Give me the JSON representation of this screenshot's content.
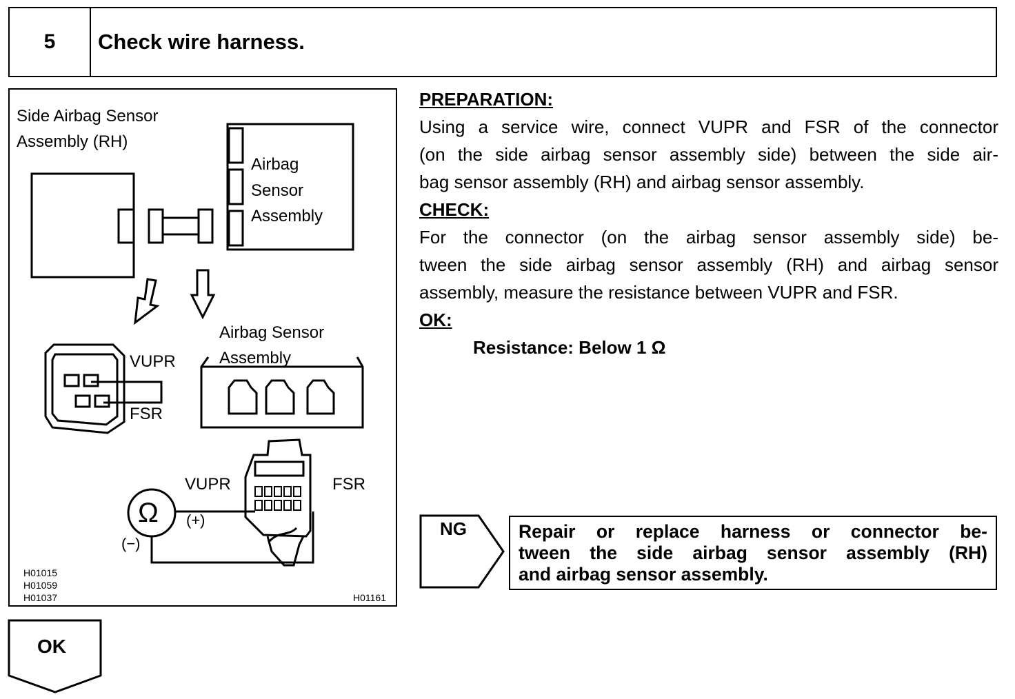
{
  "header": {
    "step_number": "5",
    "title": "Check wire harness."
  },
  "figure": {
    "label_side_sensor": [
      "Side Airbag Sensor",
      "Assembly (RH)"
    ],
    "label_airbag_sensor": [
      "Airbag",
      "Sensor",
      "Assembly"
    ],
    "label_airbag_sensor_2": [
      "Airbag Sensor",
      "Assembly"
    ],
    "label_vupr": "VUPR",
    "label_fsr": "FSR",
    "label_vupr_meter": "VUPR",
    "label_fsr_meter": "FSR",
    "ohm_symbol": "Ω",
    "label_plus": "(+)",
    "label_minus": "(−)",
    "codes_left": [
      "H01015",
      "H01059",
      "H01037"
    ],
    "code_right": "H01161"
  },
  "preparation": {
    "heading": "PREPARATION:",
    "lines": [
      "Using a service wire, connect VUPR and FSR of the connector",
      "(on the side airbag sensor assembly side) between the side air-",
      "bag sensor assembly (RH) and airbag sensor assembly."
    ]
  },
  "check": {
    "heading": "CHECK:",
    "lines": [
      "For the connector (on the airbag sensor assembly side) be-",
      "tween the side airbag sensor assembly (RH) and airbag sensor",
      "assembly, measure the resistance between VUPR and FSR."
    ]
  },
  "ok_spec": {
    "heading": "OK:",
    "value": "Resistance: Below 1 Ω"
  },
  "ng": {
    "label": "NG",
    "lines": [
      "Repair or replace harness or connector be-",
      "tween the side airbag sensor assembly (RH)",
      "and airbag sensor assembly."
    ]
  },
  "ok_next": {
    "label": "OK"
  }
}
